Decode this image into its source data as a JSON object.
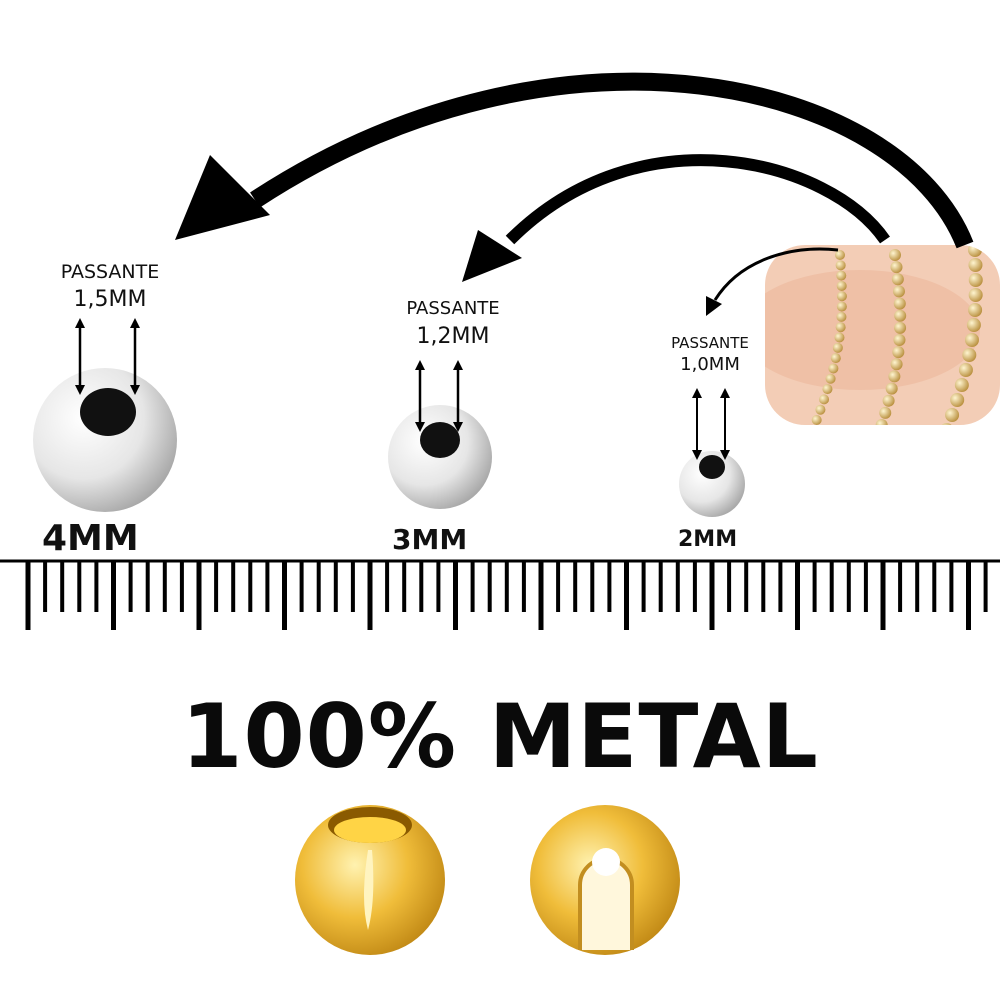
{
  "beads": [
    {
      "passante_label": "PASSANTE",
      "passante_value": "1,5MM",
      "size": "4MM"
    },
    {
      "passante_label": "PASSANTE",
      "passante_value": "1,2MM",
      "size": "3MM"
    },
    {
      "passante_label": "PASSANTE",
      "passante_value": "1,0MM",
      "size": "2MM"
    }
  ],
  "headline": "100% METAL",
  "colors": {
    "silver": "#e8e8e8",
    "gold": "#e9b532",
    "ink": "#000000",
    "skin": "#f2c8b0"
  }
}
